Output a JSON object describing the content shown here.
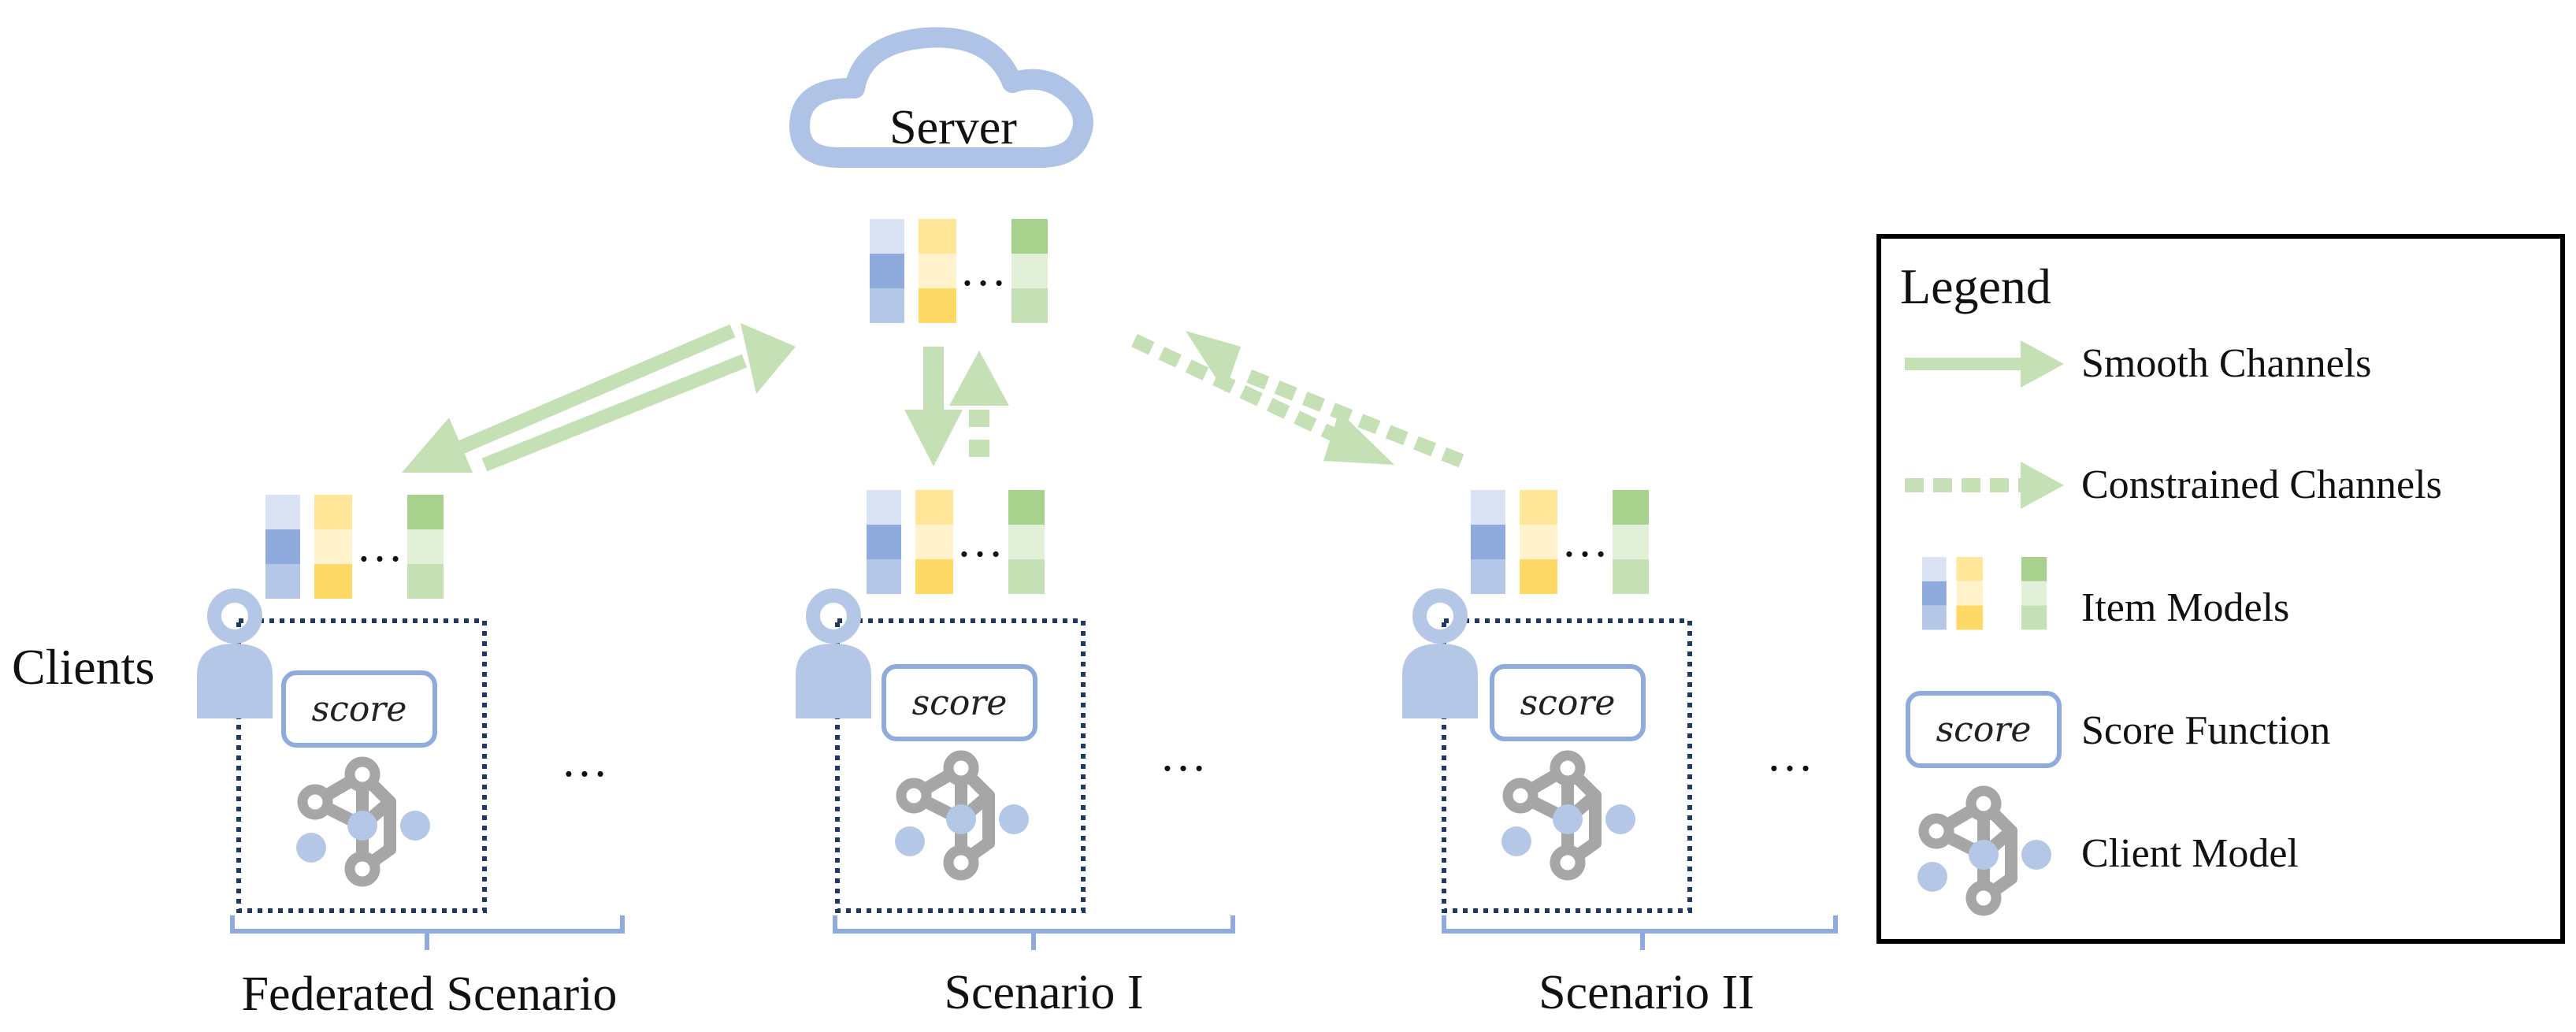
{
  "server": {
    "label": "Server"
  },
  "clients_label": "Clients",
  "scenarios": [
    {
      "label": "Federated Scenario",
      "score": "score",
      "more": "…"
    },
    {
      "label": "Scenario I",
      "score": "score",
      "more": "…"
    },
    {
      "label": "Scenario II",
      "score": "score",
      "more": "…"
    }
  ],
  "item_models_ellipsis": "…",
  "legend": {
    "title": "Legend",
    "items": [
      {
        "icon": "smooth-arrow-icon",
        "label": "Smooth Channels"
      },
      {
        "icon": "dashed-arrow-icon",
        "label": "Constrained Channels"
      },
      {
        "icon": "item-models-icon",
        "label": "Item Models"
      },
      {
        "icon": "score-box-icon",
        "label": "Score Function",
        "symbol": "score"
      },
      {
        "icon": "network-icon",
        "label": "Client Model"
      }
    ]
  },
  "colors": {
    "cloud": "#afc3e6",
    "channel": "#c5e0b4",
    "blue_light": "#dae3f3",
    "blue_mid": "#8faadc",
    "blue_soft": "#b4c7e7",
    "yellow_light": "#ffe699",
    "yellow_pale": "#fff2cc",
    "yellow_mid": "#ffd966",
    "green_dark": "#a9d18e",
    "green_pale": "#e2f0d9",
    "green_mid": "#c5e0b4",
    "network_gray": "#a6a6a6",
    "dotted_box": "#1f3864",
    "bracket": "#8faadc"
  }
}
